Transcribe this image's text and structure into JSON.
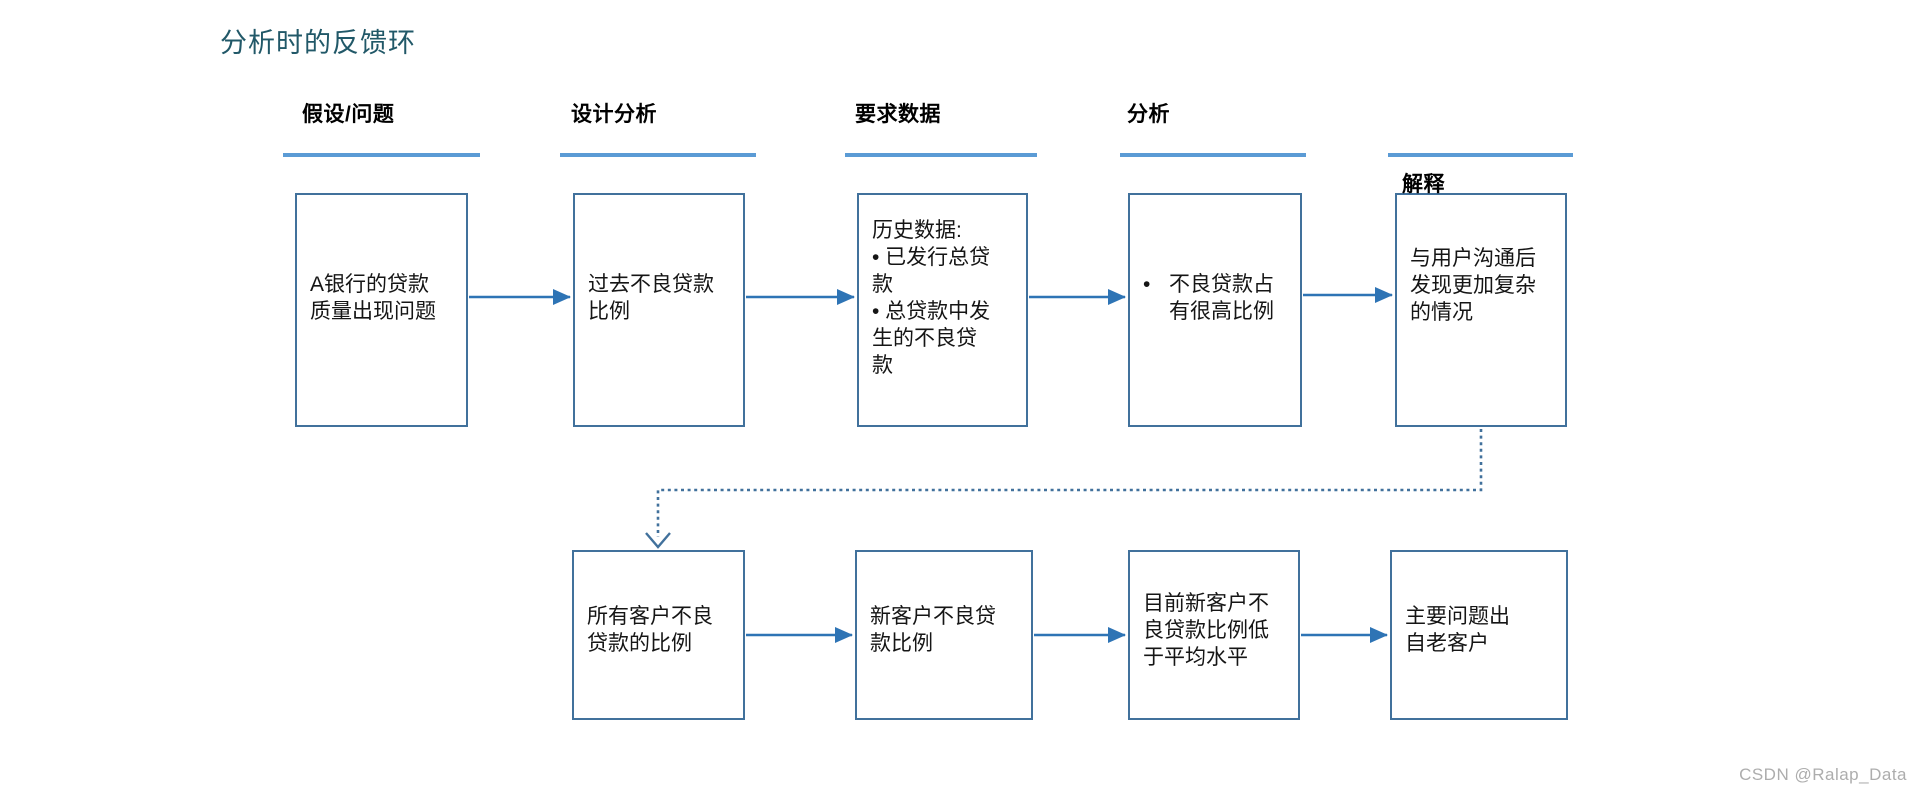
{
  "title": "分析时的反馈环",
  "columns": [
    {
      "label": "假设/问题"
    },
    {
      "label": "设计分析"
    },
    {
      "label": "要求数据"
    },
    {
      "label": "分析"
    },
    {
      "label": "解释"
    }
  ],
  "top_boxes": [
    {
      "text": "A银行的贷款\n质量出现问题"
    },
    {
      "text": "过去不良贷款\n比例"
    },
    {
      "text": "历史数据:\n• 已发行总贷\n款\n• 总贷款中发\n生的不良贷\n款"
    },
    {
      "bullet": "•",
      "text": "不良贷款占\n有很高比例"
    },
    {
      "text": "与用户沟通后\n发现更加复杂\n的情况"
    }
  ],
  "bottom_boxes": [
    {
      "text": "所有客户不良\n贷款的比例"
    },
    {
      "text": "新客户不良贷\n款比例"
    },
    {
      "text": "目前新客户不\n良贷款比例低\n于平均水平"
    },
    {
      "text": "主要问题出\n自老客户"
    }
  ],
  "watermark": "CSDN @Ralap_Data",
  "colors": {
    "title": "#215868",
    "box_border": "#41719C",
    "arrow": "#2E74B5",
    "dotted_line": "#41719C",
    "header_underline": "#5B9BD5",
    "text": "#151515",
    "watermark": "#ADADAD"
  }
}
